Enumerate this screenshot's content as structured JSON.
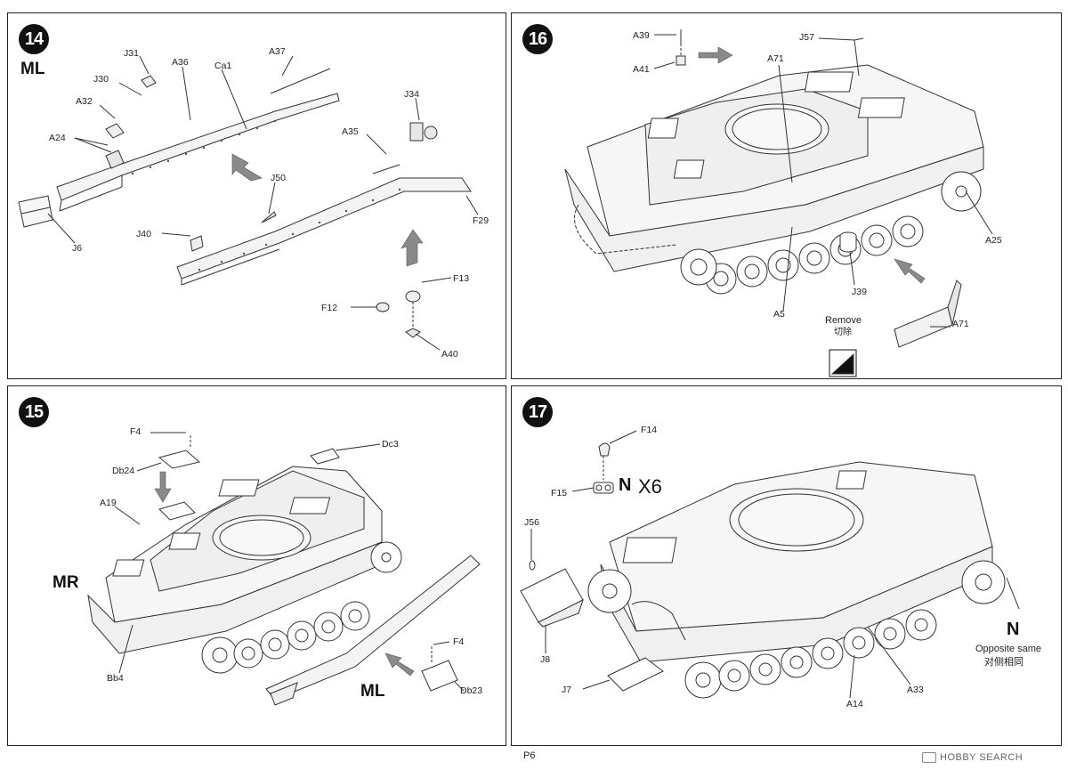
{
  "steps": {
    "s14": {
      "number": "14",
      "side": "ML",
      "labels": [
        "J31",
        "J30",
        "A36",
        "Ca1",
        "A37",
        "A32",
        "A24",
        "J34",
        "A35",
        "J50",
        "F29",
        "J6",
        "J40",
        "F13",
        "F12",
        "A40"
      ]
    },
    "s16": {
      "number": "16",
      "labels": [
        "A39",
        "A41",
        "A71",
        "J57",
        "A25",
        "J39",
        "A5",
        "A71"
      ],
      "remove_en": "Remove",
      "remove_cn": "切除"
    },
    "s15": {
      "number": "15",
      "side_left": "MR",
      "side_right": "ML",
      "labels": [
        "F4",
        "Db24",
        "Dc3",
        "A19",
        "Bb4",
        "F4",
        "Db23"
      ]
    },
    "s17": {
      "number": "17",
      "labels": [
        "F14",
        "F15",
        "J56",
        "J8",
        "J7",
        "A14",
        "A33"
      ],
      "multiplier_letter": "N",
      "multiplier_count": "X6",
      "note_letter": "N",
      "note_en": "Opposite same",
      "note_cn": "对侧相同"
    }
  },
  "footer": {
    "page": "P6",
    "watermark": "HOBBY SEARCH"
  }
}
